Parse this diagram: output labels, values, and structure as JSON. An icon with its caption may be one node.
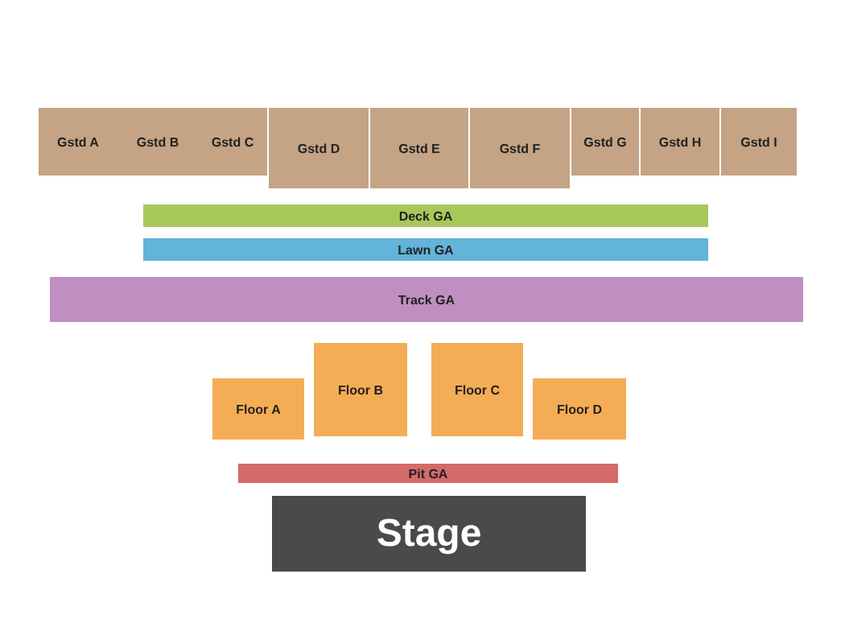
{
  "diagram": {
    "nodes": [
      {
        "text": [
          "Gstd A"
        ]
      },
      {
        "text": [
          "Gstd B"
        ]
      },
      {
        "text": [
          "Gstd C"
        ]
      },
      {
        "text": [
          "Gstd D"
        ]
      },
      {
        "text": [
          "Gstd E"
        ]
      },
      {
        "text": [
          "Gstd F"
        ]
      },
      {
        "text": [
          "Gstd G"
        ]
      },
      {
        "text": [
          "Gstd H"
        ]
      },
      {
        "text": [
          "Gstd I"
        ]
      },
      {
        "text": [
          "Deck GA"
        ]
      },
      {
        "text": [
          "Lawn GA"
        ]
      },
      {
        "text": [
          "Track GA"
        ]
      },
      {
        "text": [
          "Floor A"
        ]
      },
      {
        "text": [
          "Floor B"
        ]
      },
      {
        "text": [
          "Floor C"
        ]
      },
      {
        "text": [
          "Floor D"
        ]
      },
      {
        "text": [
          "Pit GA"
        ]
      },
      {
        "text": [
          "Stage"
        ]
      }
    ]
  }
}
